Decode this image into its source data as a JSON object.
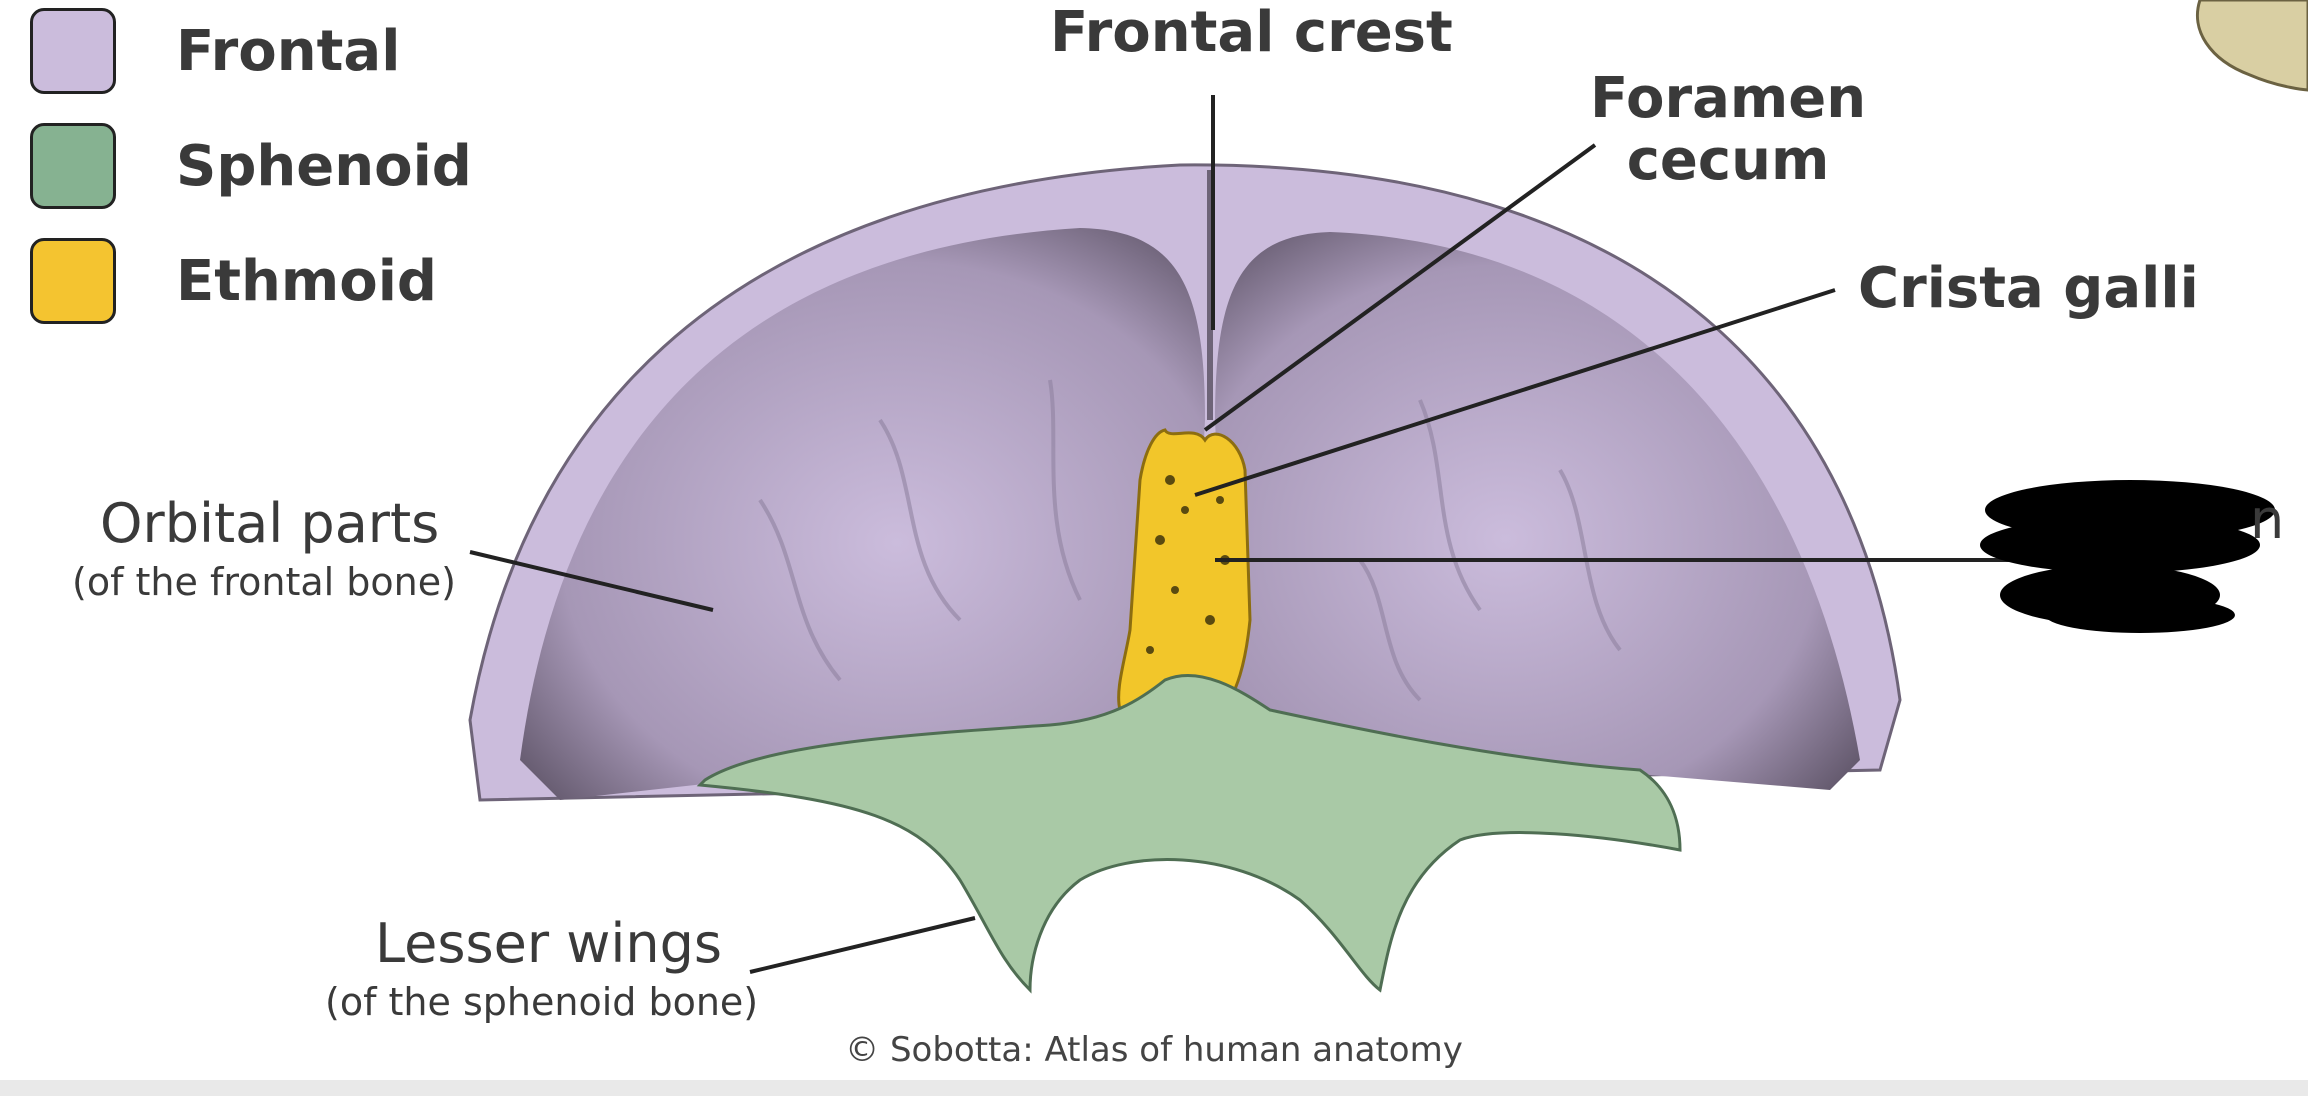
{
  "legend": [
    {
      "label": "Frontal",
      "color": "#cbbcdc"
    },
    {
      "label": "Sphenoid",
      "color": "#86b291"
    },
    {
      "label": "Ethmoid",
      "color": "#f4c430"
    }
  ],
  "labels": {
    "frontal_crest": "Frontal crest",
    "foramen_line1": "Foramen",
    "foramen_line2": "cecum",
    "crista_galli": "Crista galli",
    "orbital_main": "Orbital parts",
    "orbital_sub": "(of the frontal bone)",
    "lesser_main": "Lesser wings",
    "lesser_sub": "(of the sphenoid bone)",
    "redacted_fragment": "n"
  },
  "copyright": "© Sobotta: Atlas of human anatomy",
  "colors": {
    "frontal": "#cbbcdc",
    "frontal_shadow": "#8d7f9c",
    "sphenoid": "#a9c9a6",
    "ethmoid": "#f2c62a",
    "redaction": "#000000",
    "leader_line": "#222222"
  }
}
